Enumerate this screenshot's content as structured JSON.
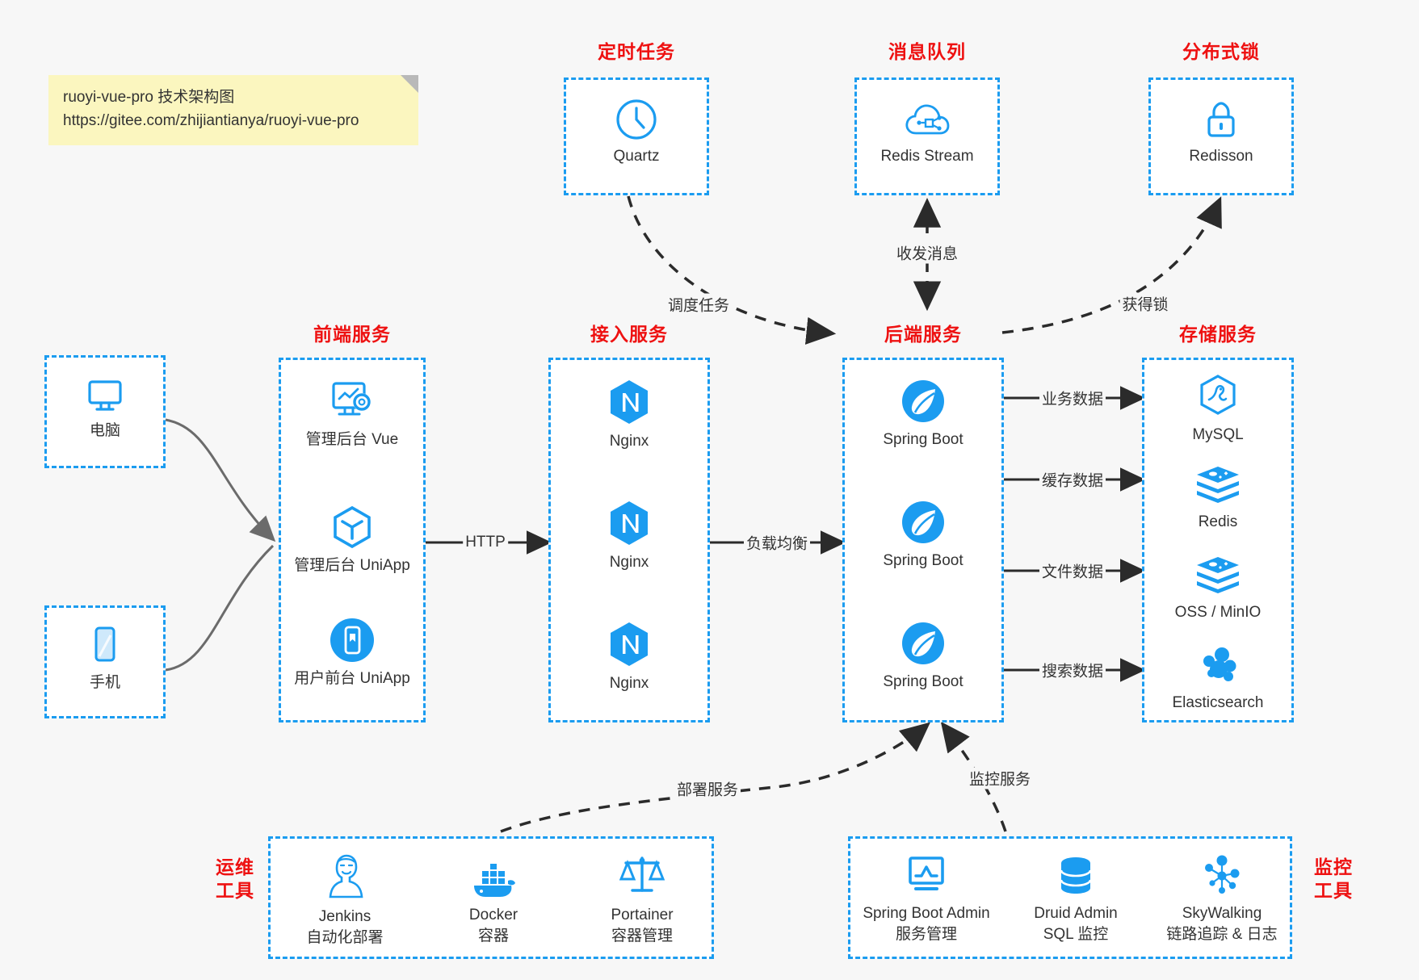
{
  "note": {
    "line1": "ruoyi-vue-pro 技术架构图",
    "line2": "https://gitee.com/zhijiantianya/ruoyi-vue-pro"
  },
  "groups": {
    "scheduled": {
      "title": "定时任务",
      "items": [
        {
          "label": "Quartz",
          "icon": "clock-icon"
        }
      ]
    },
    "mq": {
      "title": "消息队列",
      "items": [
        {
          "label": "Redis Stream",
          "icon": "cloud-network-icon"
        }
      ]
    },
    "lock": {
      "title": "分布式锁",
      "items": [
        {
          "label": "Redisson",
          "icon": "lock-icon"
        }
      ]
    },
    "clients": {
      "items": [
        {
          "label": "电脑",
          "icon": "desktop-icon"
        },
        {
          "label": "手机",
          "icon": "mobile-icon"
        }
      ]
    },
    "frontend": {
      "title": "前端服务",
      "items": [
        {
          "label": "管理后台 Vue",
          "icon": "dashboard-settings-icon"
        },
        {
          "label": "管理后台 UniApp",
          "icon": "cube-icon"
        },
        {
          "label": "用户前台 UniApp",
          "icon": "phone-app-icon"
        }
      ]
    },
    "gateway": {
      "title": "接入服务",
      "items": [
        {
          "label": "Nginx",
          "icon": "nginx-icon"
        },
        {
          "label": "Nginx",
          "icon": "nginx-icon"
        },
        {
          "label": "Nginx",
          "icon": "nginx-icon"
        }
      ]
    },
    "backend": {
      "title": "后端服务",
      "items": [
        {
          "label": "Spring Boot",
          "icon": "spring-boot-icon"
        },
        {
          "label": "Spring Boot",
          "icon": "spring-boot-icon"
        },
        {
          "label": "Spring Boot",
          "icon": "spring-boot-icon"
        }
      ]
    },
    "storage": {
      "title": "存储服务",
      "items": [
        {
          "label": "MySQL",
          "icon": "mysql-icon"
        },
        {
          "label": "Redis",
          "icon": "redis-icon"
        },
        {
          "label": "OSS / MinIO",
          "icon": "redis-icon"
        },
        {
          "label": "Elasticsearch",
          "icon": "elasticsearch-icon"
        }
      ]
    },
    "devops": {
      "title": "运维\n工具",
      "title_line1": "运维",
      "title_line2": "工具",
      "items": [
        {
          "label": "Jenkins",
          "sub": "自动化部署",
          "icon": "jenkins-icon"
        },
        {
          "label": "Docker",
          "sub": "容器",
          "icon": "docker-icon"
        },
        {
          "label": "Portainer",
          "sub": "容器管理",
          "icon": "scales-icon"
        }
      ]
    },
    "monitor": {
      "title_line1": "监控",
      "title_line2": "工具",
      "items": [
        {
          "label": "Spring Boot Admin",
          "sub": "服务管理",
          "icon": "monitor-chart-icon"
        },
        {
          "label": "Druid Admin",
          "sub": "SQL 监控",
          "icon": "database-icon"
        },
        {
          "label": "SkyWalking",
          "sub": "链路追踪 & 日志",
          "icon": "skywalking-icon"
        }
      ]
    }
  },
  "edges": {
    "schedule_task": "调度任务",
    "mq_messages": "收发消息",
    "acquire_lock": "获得锁",
    "http": "HTTP",
    "load_balance": "负载均衡",
    "business_data": "业务数据",
    "cache_data": "缓存数据",
    "file_data": "文件数据",
    "search_data": "搜索数据",
    "deploy_service": "部署服务",
    "monitor_service": "监控服务"
  },
  "colors": {
    "accent": "#1b9cf0",
    "title": "#ee1111",
    "note_bg": "#fbf6bf",
    "canvas_bg": "#f7f7f7",
    "edge": "#2b2b2b",
    "curve": "#6b6b6b"
  }
}
